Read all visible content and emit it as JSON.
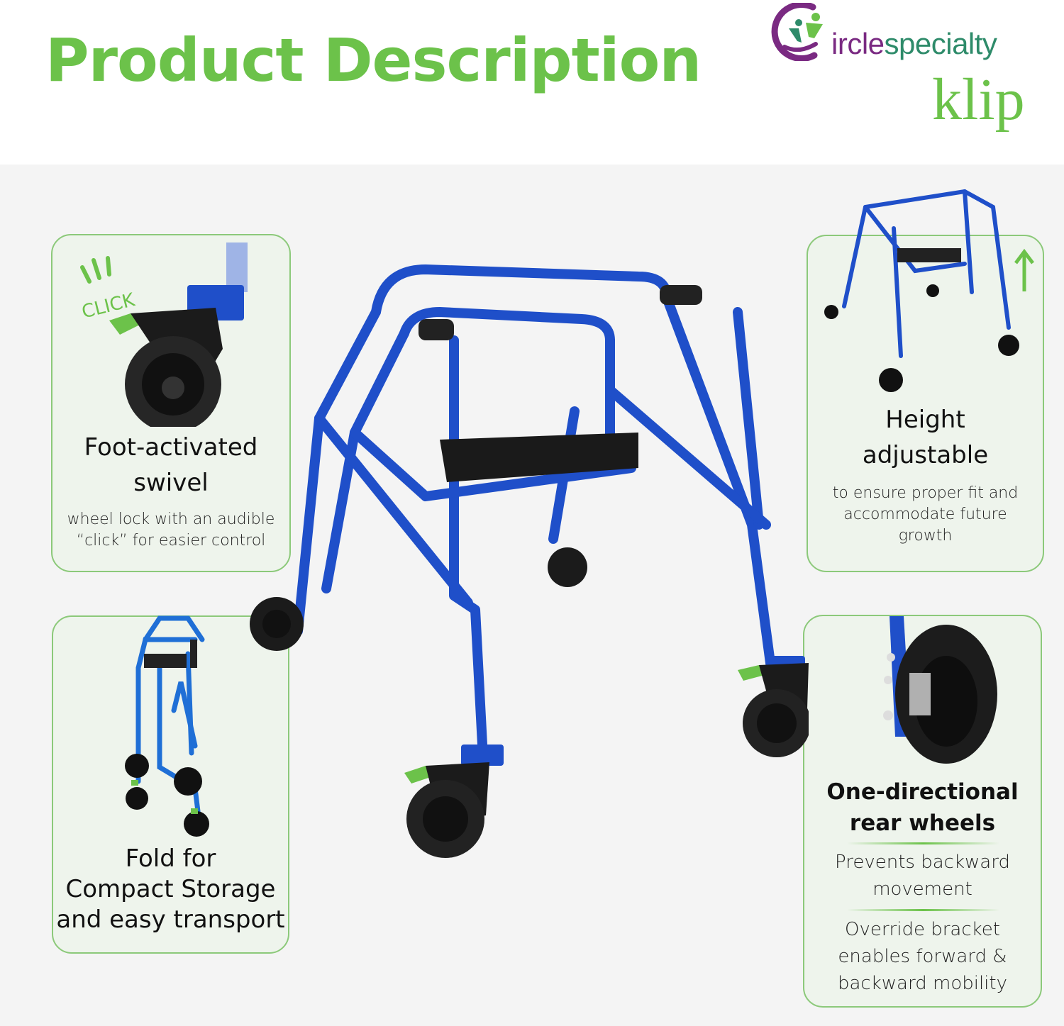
{
  "header": {
    "title": "Product Description",
    "brand": {
      "name_part1": "ircle",
      "name_part2": "specialty",
      "product": "klip",
      "logo_icon": "circle-hand-people-logo"
    }
  },
  "colors": {
    "accent_green": "#6cc24a",
    "brand_purple": "#7a2a82",
    "brand_teal": "#2e8b6a",
    "frame_blue": "#1f4fc9",
    "card_bg": "#eef4ec",
    "card_border": "#8cc97a"
  },
  "features": [
    {
      "id": "swivel",
      "heading_line1": "Foot-activated",
      "heading_line2": "swivel",
      "desc_line1": "wheel lock with an audible",
      "desc_line2": "“click” for easier control",
      "badge": "CLICK"
    },
    {
      "id": "height",
      "heading_line1": "Height",
      "heading_line2": "adjustable",
      "desc_line1": "to ensure proper fit and",
      "desc_line2": "accommodate future",
      "desc_line3": "growth"
    },
    {
      "id": "fold",
      "heading_line1": "Fold for",
      "heading_line2": "Compact Storage",
      "heading_line3": "and easy transport"
    },
    {
      "id": "rear-wheels",
      "heading_line1": "One-directional",
      "heading_line2": "rear wheels",
      "desc1_line1": "Prevents backward",
      "desc1_line2": "movement",
      "desc2_line1": "Override bracket",
      "desc2_line2": "enables forward &",
      "desc2_line3": "backward mobility"
    }
  ]
}
